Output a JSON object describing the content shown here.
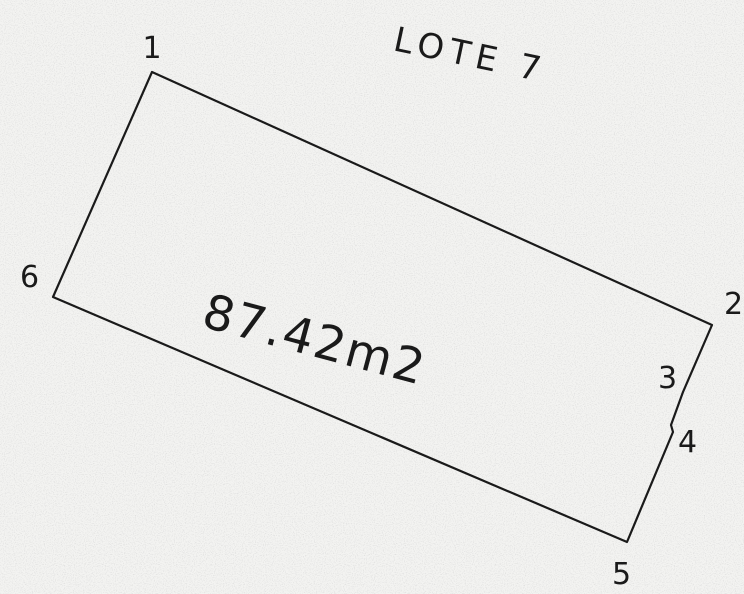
{
  "lot": {
    "title": "LOTE 7",
    "area": "87.42m2",
    "vertices": [
      {
        "id": "1",
        "label": "1"
      },
      {
        "id": "2",
        "label": "2"
      },
      {
        "id": "3",
        "label": "3"
      },
      {
        "id": "4",
        "label": "4"
      },
      {
        "id": "5",
        "label": "5"
      },
      {
        "id": "6",
        "label": "6"
      }
    ]
  }
}
